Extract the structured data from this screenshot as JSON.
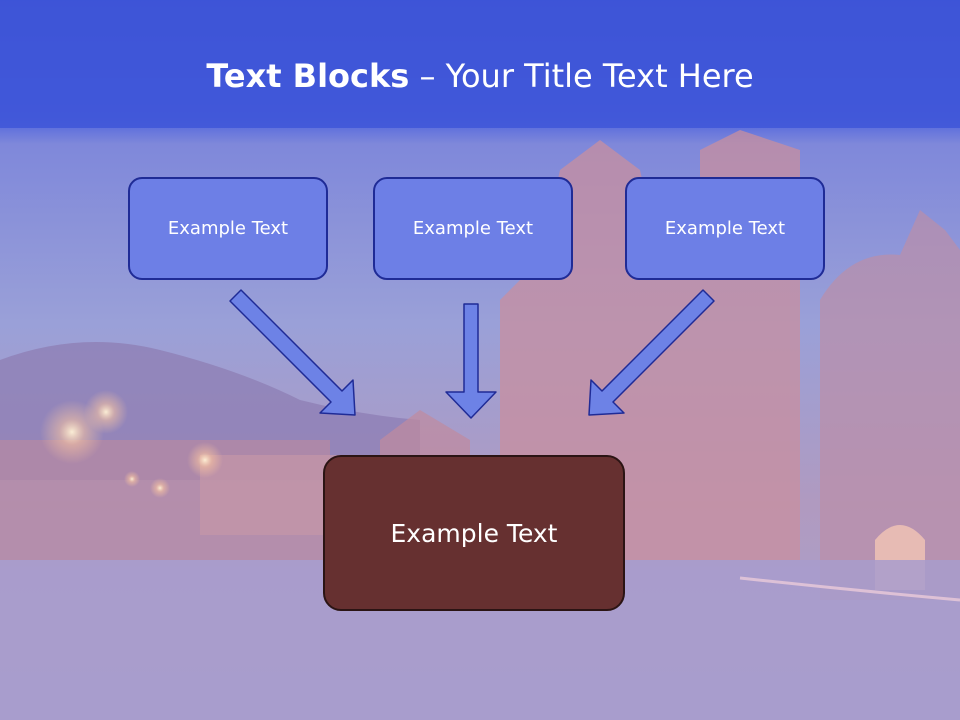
{
  "title": {
    "bold": "Text Blocks",
    "separator": " – ",
    "rest": "Your Title Text Here"
  },
  "blocks": {
    "left": "Example Text",
    "middle": "Example Text",
    "right": "Example Text",
    "main": "Example Text"
  },
  "colors": {
    "header_band": "#3f56d6",
    "small_box_fill": "#6d7fe6",
    "small_box_border": "#1f2b96",
    "main_box_fill": "#663030",
    "arrow_fill": "#6d82e6"
  }
}
